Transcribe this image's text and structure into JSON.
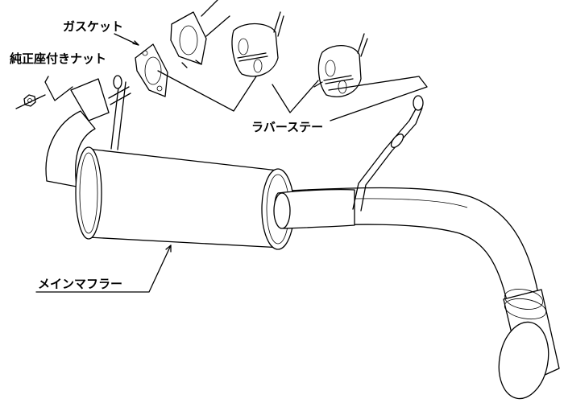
{
  "diagram": {
    "labels": {
      "gasket": "ガスケット",
      "nut": "純正座付きナット",
      "rubber_stay": "ラバーステー",
      "main_muffler": "メインマフラー"
    },
    "colors": {
      "line": "#000000",
      "background": "#ffffff"
    }
  }
}
